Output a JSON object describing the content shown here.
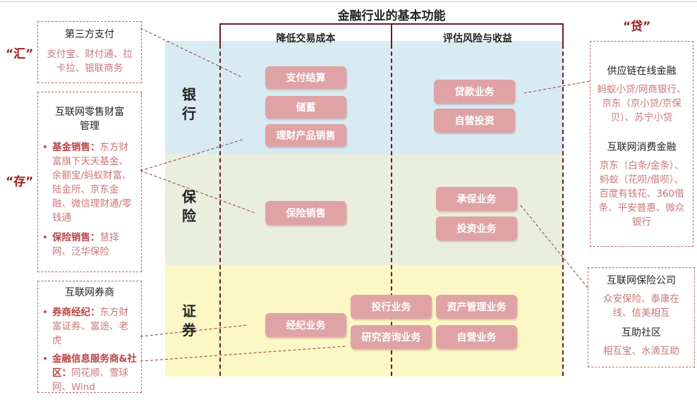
{
  "title": "金融行业的基本功能",
  "columns": [
    "降低交易成本",
    "评估风险与收益"
  ],
  "categories": {
    "bank": "银行",
    "insurance": "保险",
    "securities": "证券"
  },
  "quote_labels": {
    "hui": "“汇”",
    "cun": "“存”",
    "dai": "“贷”"
  },
  "functions": {
    "payment": "支付结算",
    "savings": "储蓄",
    "wealth_products": "理财产品销售",
    "loans": "贷款业务",
    "self_invest": "自营投资",
    "insurance_sales": "保险销售",
    "underwriting": "承保业务",
    "investment": "投资业务",
    "brokerage": "经纪业务",
    "ib": "投行业务",
    "research": "研究咨询业务",
    "asset_mgmt": "资产管理业务",
    "proprietary": "自营业务"
  },
  "left_boxes": {
    "third_party": {
      "title": "第三方支付",
      "text": "支付宝、财付通、拉卡拉、银联商务"
    },
    "retail_wealth": {
      "title": "互联网零售财富管理",
      "fund_head": "基金销售：",
      "fund_text": "东方财富旗下天天基金、余额宝/蚂蚁财富、陆金所、京东金融、微信理财通/零钱通",
      "ins_head": "保险销售：",
      "ins_text": "慧择网、泛华保险"
    },
    "broker": {
      "title": "互联网券商",
      "b1_head": "券商经纪：",
      "b1_text": "东方财富证券、富途、老虎",
      "b2_head": "金融信息服务商&社区：",
      "b2_text": "同花顺、雪球网、Wind"
    }
  },
  "right_boxes": {
    "credit": {
      "t1": "供应链在线金融",
      "x1": "蚂蚁小贷/网商银行、京东（京小贷/京保贝）、苏宁小贷",
      "t2": "互联网消费金融",
      "x2": "京东（白条/金条）、蚂蚁（花呗/借呗）、百度有钱花、360借条、平安普惠、微众银行"
    },
    "insurance": {
      "t1": "互联网保险公司",
      "x1": "众安保险、泰康在线、信美相互",
      "t2": "互助社区",
      "x2": "相互宝、水滴互助"
    }
  },
  "colors": {
    "accent": "#6b1b25",
    "pill": "#e0a3a5",
    "bank_band": "#d8ebf2",
    "insurance_band": "#e9eedf",
    "securities_band": "#fbf8c6",
    "box_text": "#c9787a"
  }
}
